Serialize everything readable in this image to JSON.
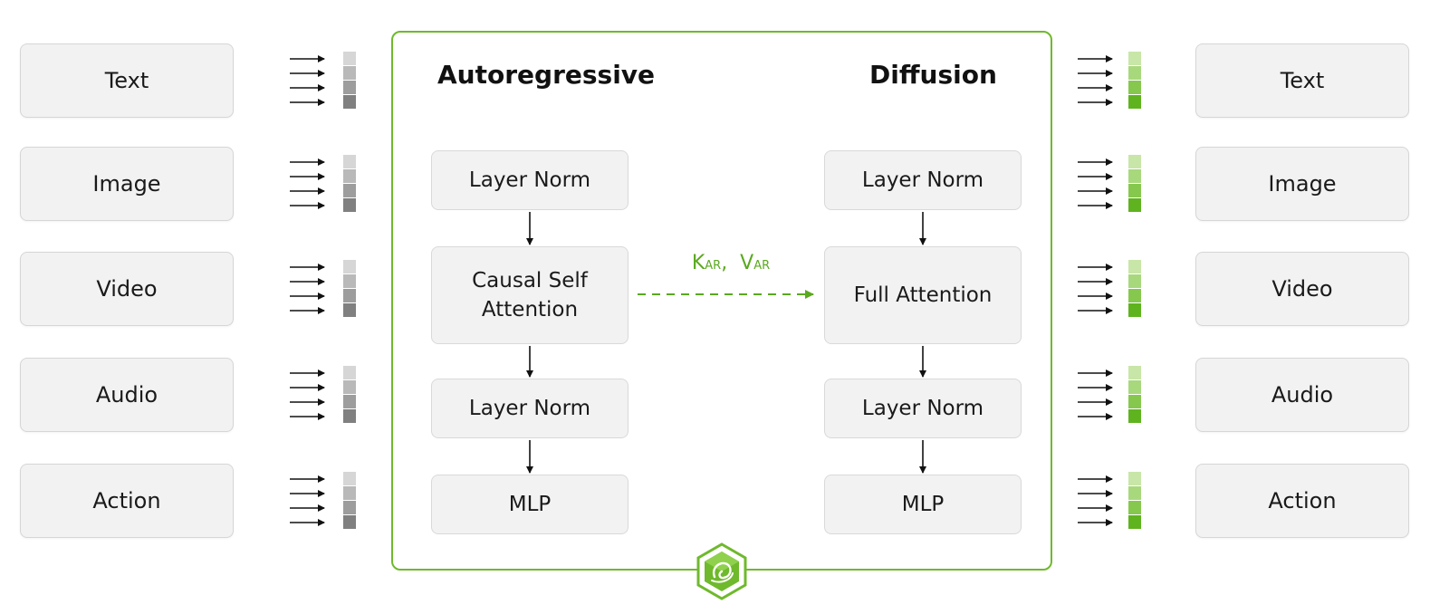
{
  "inputs": [
    "Text",
    "Image",
    "Video",
    "Audio",
    "Action"
  ],
  "outputs": [
    "Text",
    "Image",
    "Video",
    "Audio",
    "Action"
  ],
  "autoregressive": {
    "title": "Autoregressive",
    "blocks": [
      "Layer Norm",
      "Causal Self\nAttention",
      "Layer Norm",
      "MLP"
    ]
  },
  "diffusion": {
    "title": "Diffusion",
    "blocks": [
      "Layer Norm",
      "Full Attention",
      "Layer Norm",
      "MLP"
    ]
  },
  "kv_link": {
    "k": "K",
    "k_sub": "AR",
    "v": "V",
    "v_sub": "AR"
  },
  "logo_icon": "swirl-cube-icon",
  "colors": {
    "accent_green": "#6fb92c",
    "arrow_green": "#5aa91f",
    "input_tokens": [
      "#d6d6d6",
      "#b9b9b9",
      "#9d9d9d",
      "#808080"
    ],
    "output_tokens": [
      "#c8e6a8",
      "#a8d87c",
      "#86c84e",
      "#5fb31f"
    ]
  }
}
